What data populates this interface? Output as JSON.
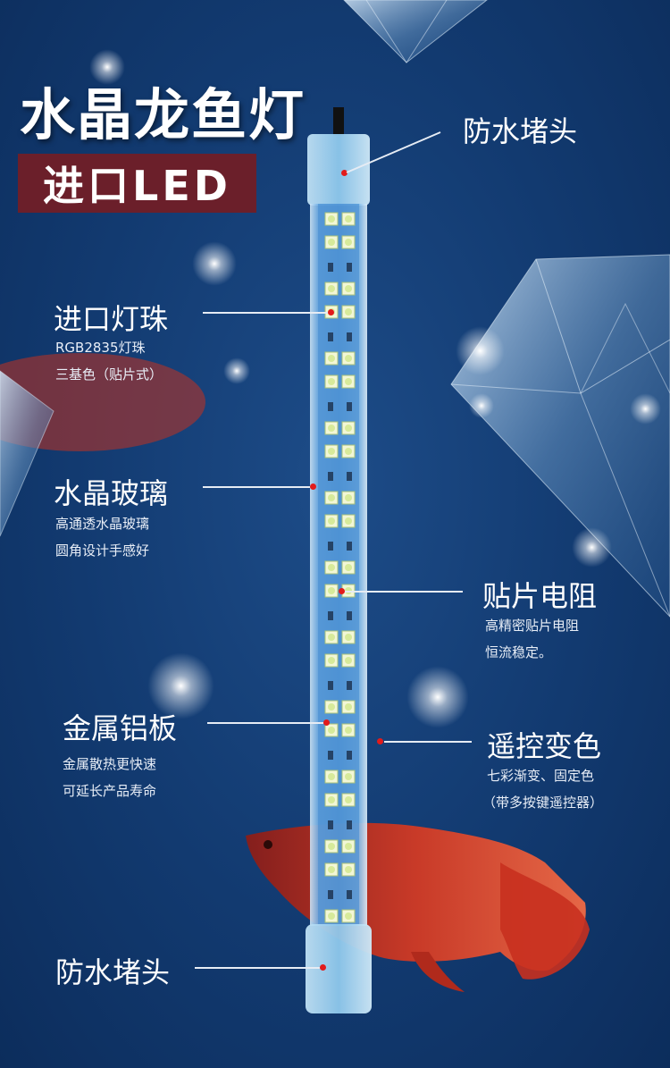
{
  "title": "水晶龙鱼灯",
  "badge": "进口LED",
  "labels": {
    "cap_top": {
      "title": "防水堵头"
    },
    "led_beads": {
      "title": "进口灯珠",
      "lines": [
        "RGB2835灯珠",
        "三基色（贴片式）"
      ]
    },
    "crystal_glass": {
      "title": "水晶玻璃",
      "lines": [
        "高通透水晶玻璃",
        "圆角设计手感好"
      ]
    },
    "aluminum": {
      "title": "金属铝板",
      "lines": [
        "金属散热更快速",
        "可延长产品寿命"
      ]
    },
    "cap_bottom": {
      "title": "防水堵头"
    },
    "resistor": {
      "title": "贴片电阻",
      "lines": [
        "高精密贴片电阻",
        "恒流稳定。"
      ]
    },
    "remote": {
      "title": "遥控变色",
      "lines": [
        "七彩渐变、固定色",
        "（带多按键遥控器）"
      ]
    }
  },
  "colors": {
    "badge": "#6b1f2a",
    "marker": "#e21b1b",
    "background": "#123a70"
  },
  "icons": [
    "diamond-icon",
    "sparkle-icon",
    "arowana-fish-icon",
    "led-tube-icon"
  ]
}
